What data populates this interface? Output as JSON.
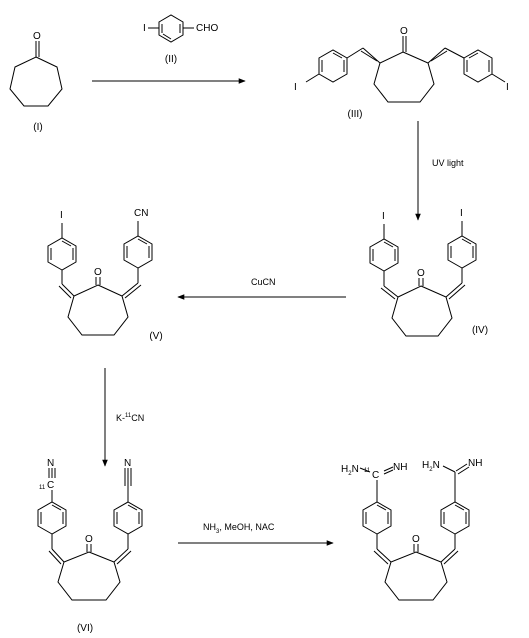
{
  "scheme": {
    "compounds": [
      {
        "id": "I",
        "label": "(I)"
      },
      {
        "id": "II",
        "label": "(II)"
      },
      {
        "id": "III",
        "label": "(III)"
      },
      {
        "id": "IV",
        "label": "(IV)"
      },
      {
        "id": "V",
        "label": "(V)"
      },
      {
        "id": "VI",
        "label": "(VI)"
      }
    ],
    "reagents": {
      "uv": "UV light",
      "cucn": "CuCN",
      "k11cn": "K-11CN",
      "amidine": "NH3, MeOH, NAC"
    },
    "atoms": {
      "O": "O",
      "I": "I",
      "CHO": "CHO",
      "CN": "CN",
      "N": "N",
      "C": "C",
      "C11": "11",
      "NH": "NH",
      "H2N": "H2N",
      "H": "H",
      "two": "2",
      "NH3": "NH",
      "three": "3",
      "comma": ", MeOH, NAC",
      "k_prefix": "K-",
      "k_sup": "11",
      "k_suffix": "CN"
    }
  }
}
